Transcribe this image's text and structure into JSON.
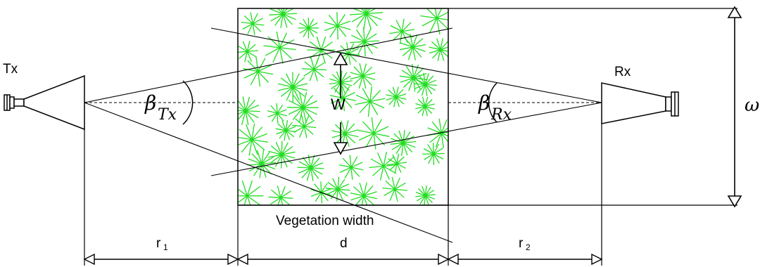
{
  "labels": {
    "tx": "Tx",
    "rx": "Rx",
    "w": "W",
    "omega": "ω",
    "vegetation_width": "Vegetation width",
    "r1_main": "r",
    "r1_sub": "1",
    "d": "d",
    "r2_main": "r",
    "r2_sub": "2",
    "beta_tx_main": "β",
    "beta_tx_sub": "Tx",
    "beta_rx_main": "β",
    "beta_rx_sub": "Rx"
  },
  "colors": {
    "foliage": "#22dd22",
    "lines": "#000000"
  }
}
